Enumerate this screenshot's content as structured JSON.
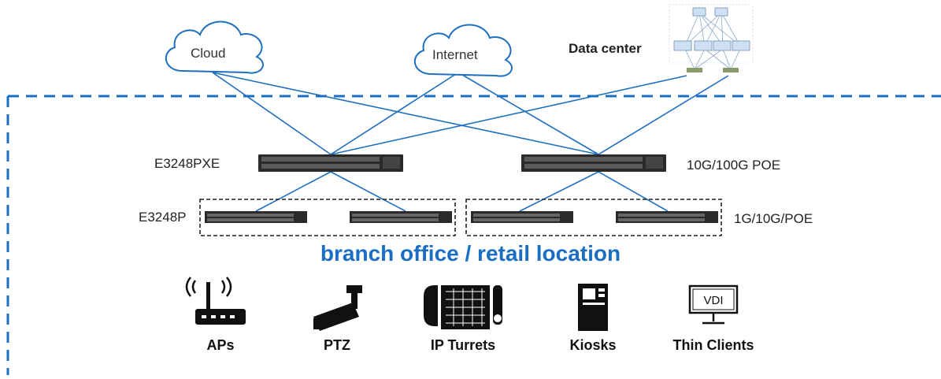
{
  "clouds": {
    "cloud": "Cloud",
    "internet": "Internet"
  },
  "data_center": {
    "label": "Data center"
  },
  "switches": {
    "spine_left_model": "E3248PXE",
    "spine_right_desc": "10G/100G POE",
    "leaf_left_model": "E3248P",
    "leaf_right_desc": "1G/10G/POE"
  },
  "zone": {
    "title": "branch office / retail location",
    "border_color": "#1a6fc4"
  },
  "devices": [
    {
      "label": "APs",
      "icon": "access-point-icon"
    },
    {
      "label": "PTZ",
      "icon": "ptz-camera-icon"
    },
    {
      "label": "IP Turrets",
      "icon": "ip-turret-icon"
    },
    {
      "label": "Kiosks",
      "icon": "kiosk-icon"
    },
    {
      "label": "Thin Clients",
      "icon": "thin-client-icon"
    }
  ],
  "thin_client_screen_text": "VDI",
  "link_color": "#1f6fc0"
}
